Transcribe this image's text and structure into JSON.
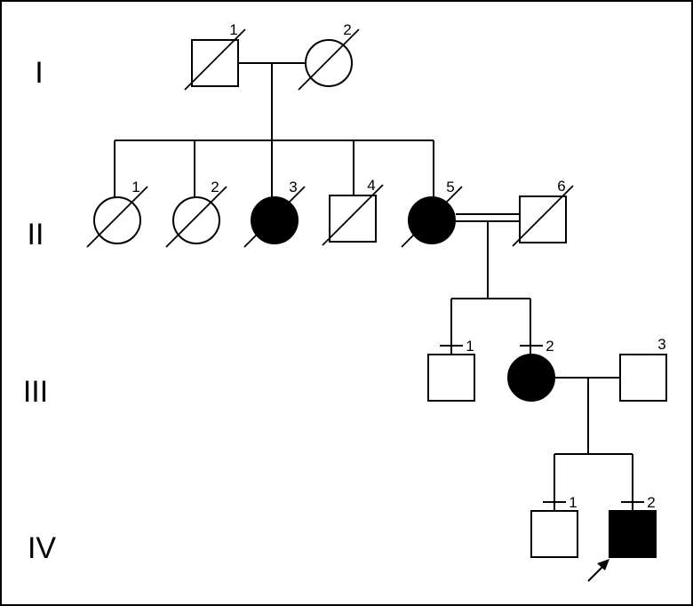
{
  "generations": [
    "I",
    "II",
    "III",
    "IV"
  ],
  "individuals": [
    {
      "id": "I-1",
      "generation": "I",
      "number": "1",
      "sex": "male",
      "affected": false,
      "deceased": true,
      "tested": false,
      "proband": false
    },
    {
      "id": "I-2",
      "generation": "I",
      "number": "2",
      "sex": "female",
      "affected": false,
      "deceased": true,
      "tested": false,
      "proband": false
    },
    {
      "id": "II-1",
      "generation": "II",
      "number": "1",
      "sex": "female",
      "affected": false,
      "deceased": true,
      "tested": false,
      "proband": false
    },
    {
      "id": "II-2",
      "generation": "II",
      "number": "2",
      "sex": "female",
      "affected": false,
      "deceased": true,
      "tested": false,
      "proband": false
    },
    {
      "id": "II-3",
      "generation": "II",
      "number": "3",
      "sex": "female",
      "affected": true,
      "deceased": true,
      "tested": false,
      "proband": false
    },
    {
      "id": "II-4",
      "generation": "II",
      "number": "4",
      "sex": "male",
      "affected": false,
      "deceased": true,
      "tested": false,
      "proband": false
    },
    {
      "id": "II-5",
      "generation": "II",
      "number": "5",
      "sex": "female",
      "affected": true,
      "deceased": true,
      "tested": false,
      "proband": false
    },
    {
      "id": "II-6",
      "generation": "II",
      "number": "6",
      "sex": "male",
      "affected": false,
      "deceased": true,
      "tested": false,
      "proband": false
    },
    {
      "id": "III-1",
      "generation": "III",
      "number": "1",
      "sex": "male",
      "affected": false,
      "deceased": false,
      "tested": true,
      "proband": false
    },
    {
      "id": "III-2",
      "generation": "III",
      "number": "2",
      "sex": "female",
      "affected": true,
      "deceased": false,
      "tested": true,
      "proband": false
    },
    {
      "id": "III-3",
      "generation": "III",
      "number": "3",
      "sex": "male",
      "affected": false,
      "deceased": false,
      "tested": false,
      "proband": false
    },
    {
      "id": "IV-1",
      "generation": "IV",
      "number": "1",
      "sex": "male",
      "affected": false,
      "deceased": false,
      "tested": true,
      "proband": false
    },
    {
      "id": "IV-2",
      "generation": "IV",
      "number": "2",
      "sex": "male",
      "affected": true,
      "deceased": false,
      "tested": true,
      "proband": true
    }
  ],
  "couples": [
    {
      "partners": [
        "I-1",
        "I-2"
      ],
      "consanguineous": false,
      "children": [
        "II-1",
        "II-2",
        "II-3",
        "II-4",
        "II-5"
      ]
    },
    {
      "partners": [
        "II-5",
        "II-6"
      ],
      "consanguineous": true,
      "children": [
        "III-1",
        "III-2"
      ]
    },
    {
      "partners": [
        "III-2",
        "III-3"
      ],
      "consanguineous": false,
      "children": [
        "IV-1",
        "IV-2"
      ]
    }
  ],
  "colors": {
    "line": "#000000",
    "affected": "#000000",
    "unaffected": "#ffffff",
    "background": "#ffffff"
  }
}
